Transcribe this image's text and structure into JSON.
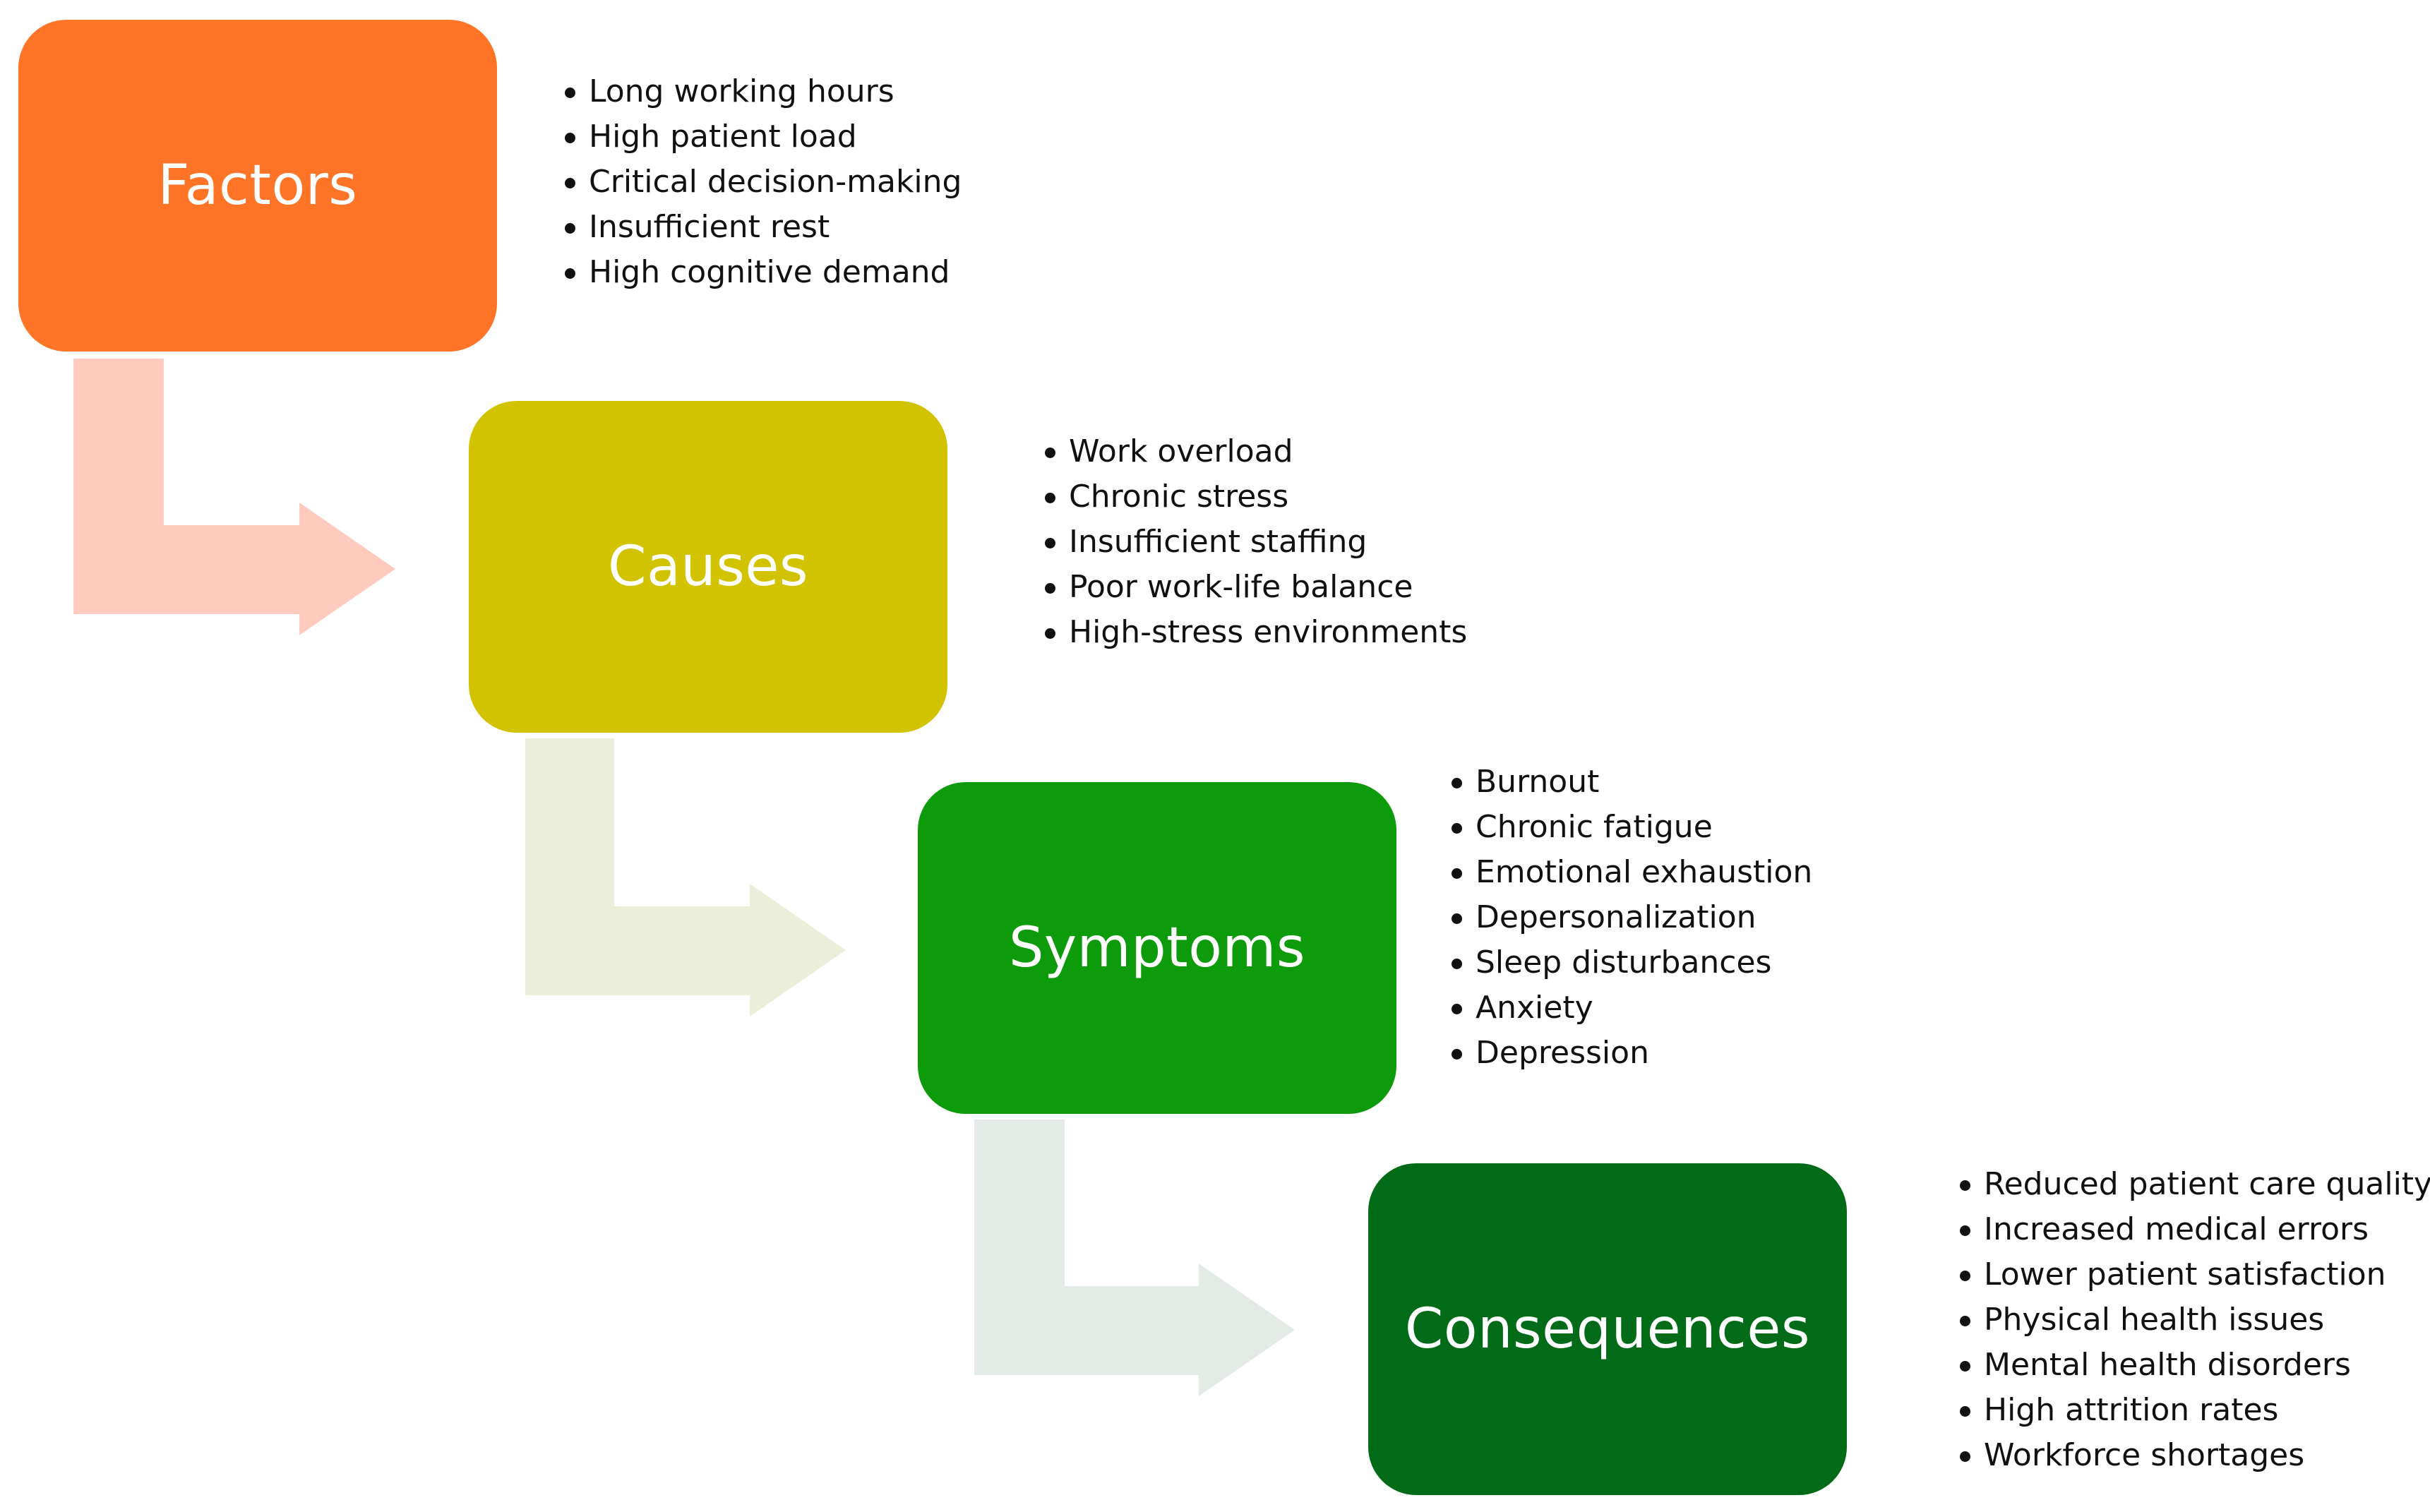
{
  "colors": {
    "factors": "#FF7427",
    "causes": "#D1C300",
    "symptoms": "#0D9A0B",
    "consequences": "#016B18",
    "arrow_1": "#FFCBBE",
    "arrow_2": "#EBEFDA",
    "arrow_3": "#E4EAE6"
  },
  "stages": [
    {
      "title": "Factors",
      "items": [
        "Long working hours",
        "High patient load",
        "Critical decision-making",
        "Insufficient rest",
        "High cognitive demand"
      ]
    },
    {
      "title": "Causes",
      "items": [
        "Work overload",
        "Chronic stress",
        "Insufficient staffing",
        "Poor work-life balance",
        "High-stress environments"
      ]
    },
    {
      "title": "Symptoms",
      "items": [
        "Burnout",
        "Chronic fatigue",
        "Emotional exhaustion",
        "Depersonalization",
        "Sleep disturbances",
        "Anxiety",
        "Depression"
      ]
    },
    {
      "title": "Consequences",
      "items": [
        "Reduced patient care quality",
        "Increased medical errors",
        "Lower patient satisfaction",
        "Physical health issues",
        "Mental health disorders",
        "High attrition rates",
        "Workforce shortages"
      ]
    }
  ]
}
